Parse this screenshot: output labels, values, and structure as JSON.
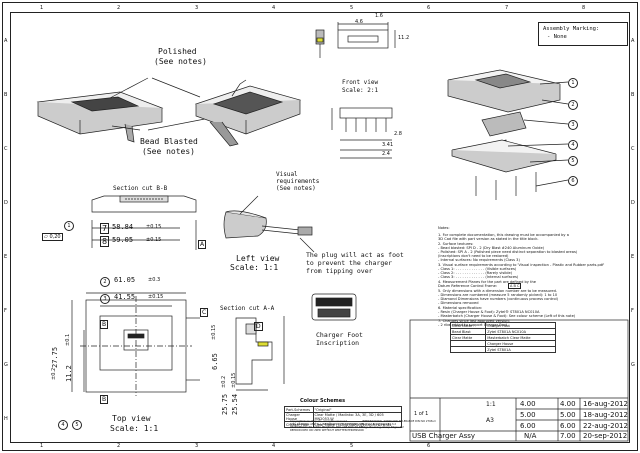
{
  "sheet": {
    "columns": [
      "1",
      "2",
      "3",
      "4",
      "5",
      "6",
      "7",
      "8"
    ],
    "rows": [
      "A",
      "B",
      "C",
      "D",
      "E",
      "F",
      "G",
      "H"
    ]
  },
  "assembly": {
    "title": "Assembly Marking:",
    "value": "- None"
  },
  "labels": {
    "polished": "Polished",
    "polished_note": "(See notes)",
    "bead_blasted": "Bead Blasted",
    "bead_note": "(See notes)",
    "front_view": "Front view",
    "front_scale": "Scale: 2:1",
    "section_bb": "Section cut B-B",
    "visual_req_1": "Visual",
    "visual_req_2": "requirements",
    "visual_req_3": "(See notes)",
    "left_view": "Left view",
    "left_scale": "Scale: 1:1",
    "plug_note_1": "The plug will act as foot",
    "plug_note_2": "to prevent the charger",
    "plug_note_3": "from tipping over",
    "section_aa": "Section cut A-A",
    "inscription_1": "Charger Foot",
    "inscription_2": "Inscription",
    "top_view": "Top view",
    "top_scale": "Scale: 1:1",
    "colour_schemes": "Colour Schemes"
  },
  "dims": {
    "d1": "58.84",
    "tol1": "±0.15",
    "d2": "59.05",
    "tol2": "±0.15",
    "flat": "0,20",
    "d3": "61.05",
    "tol3": "±0.3",
    "d4": "41.55",
    "tol4": "±0.15",
    "d5": "27.75",
    "tol5": "±0.2",
    "d6": "11.2",
    "tol6": "±0.1",
    "d7": "6.65",
    "tol7": "±0.15",
    "d8": "25.75",
    "tol8": "±0.2",
    "d9": "25.54",
    "tol9": "±0.15",
    "f1": "4.6",
    "f2": "1.6",
    "f3": "11.2",
    "f4": "2.8",
    "f5": "3.41",
    "f6": "2.4"
  },
  "callouts": [
    "1",
    "2",
    "3",
    "4",
    "5",
    "6",
    "7",
    "8"
  ],
  "datum": {
    "A": "A",
    "B": "B",
    "C": "C",
    "D": "D"
  },
  "notes": [
    "Notes:",
    "1. For complete documentation, this drawing must be accompanied by a",
    "   3D Cad  file with part version as stated in the title block.",
    "2. Surface textures:",
    "   - Bead blasted: SPI D - 2 (Dry Blast #240 Aluminum Oxide)",
    "   - Polished: SPI A - 2 (Polished piece need distinct separation to blasted areas)",
    "                              (Inscriptions don't need to be restored)",
    "   - Internal surfaces: No requirements (Class 3)",
    "3. Visual surface requirements according to 'Visual inspection  - Plastic and Rubber parts.pdf'",
    "   - Class 1: . . . . . . . . . . . . . (Visible surfaces)",
    "   - Class 2: . . . . . . . . . . . . . (Rarely visible)",
    "   - Class 3: . . . . . . . . . . . . . (Internal surfaces)",
    "4. Measurement Planes for the part are defined by the",
    "   Datum Reference Control Frame:",
    "5. Only dimensions with a dimension number are to be measured.",
    "   - Dimensions are numbered (measure 5 randomly picked): 1 to 10",
    "   - Diamond Dimensions have numbers (continuous process control)",
    "   - Dimensions removed",
    "6. Material specification:",
    "   - Resin (Charger House & Foot): Zytel® ST801A NC010A",
    "   - Masterbatch (Charger House & Foot): See colour scheme (Left of this note)",
    "7. Changes since last approved version:",
    "   - 2 ribs added to support Charger Foot"
  ],
  "drf": "A B C",
  "colour_table": {
    "title": "Colour Schemes",
    "header": [
      "Part-Schemes",
      "\"Original\""
    ],
    "rows": [
      [
        "Charger House",
        "Clear Matte / Madinko: 3A, 3E, 3D / 605 MN2053-W"
      ],
      [
        "Charger Foot",
        "Clear Matte / LDMA BAR0-010-003-T&T8782"
      ]
    ]
  },
  "revisions": [
    {
      "rev": "4.00",
      "ver": "4.00",
      "date": "16-aug-2012"
    },
    {
      "rev": "5.00",
      "ver": "5.00",
      "date": "18-aug-2012"
    },
    {
      "rev": "6.00",
      "ver": "6.00",
      "date": "22-aug-2012"
    },
    {
      "rev": "7.00",
      "ver": "7.00",
      "date": "20-sep-2012"
    }
  ],
  "title_block": {
    "part_name": "USB Charger Assy",
    "part_no": "N/A",
    "sheet": "1 of 1",
    "format": "A3",
    "scale": "1:1",
    "drawing_no_label": "Drawing number",
    "rev_label": "Rev."
  },
  "rev_table": [
    [
      "Clear Matte",
      "Charger Foot",
      "",
      "",
      ""
    ],
    [
      "Bead Blast",
      "Zytel ST801A NC010A",
      "",
      "",
      ""
    ],
    [
      "Clear Matte",
      "Masterbatch Clear Matte",
      "",
      "",
      ""
    ],
    [
      "",
      "Charger House",
      "",
      "",
      ""
    ],
    [
      "",
      "Zytel ST801A",
      "",
      "",
      ""
    ]
  ],
  "copyright": [
    "Copyright Sonic Projects. All rights reserved.",
    "THIS DRAWING AND ALL INFORMATION IT CONTAINS ARE",
    "PROPRIETARY TO SONIC PROJECTS AND ARE NOT TO BE",
    "REPRODUCED OR USED WITHOUT WRITTEN PERMISSION"
  ],
  "general_tolerance": [
    "INTERNATIONAL STANDARD TOLERANCE DIN ISO 2768-m",
    "Surface Roughness Ra 3.2",
    "Edge Breaking: Sharp Edges 0.2"
  ]
}
